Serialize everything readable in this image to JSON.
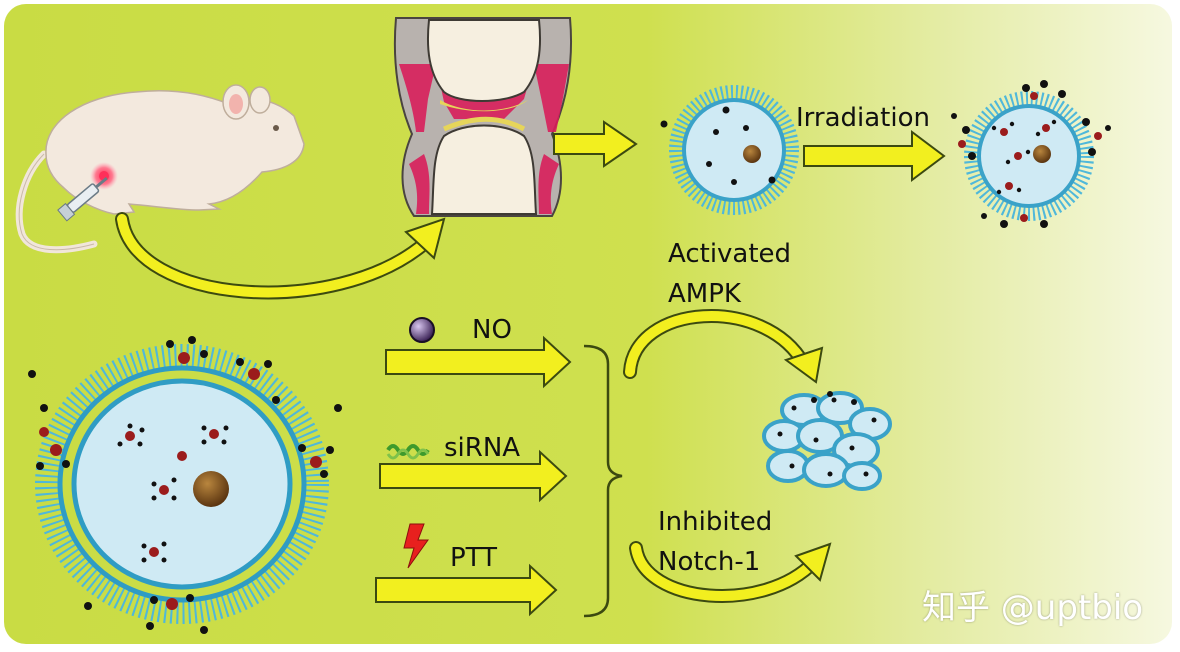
{
  "labels": {
    "irradiation": "Irradiation",
    "activated_line1": "Activated",
    "activated_line2": "AMPK",
    "no": "NO",
    "sirna": "siRNA",
    "ptt": "PTT",
    "inhibited_line1": "Inhibited",
    "inhibited_line2": "Notch-1"
  },
  "watermark": "知乎 @uptbio",
  "colors": {
    "background": "#cfe04f",
    "arrow_fill": "#f2ef1f",
    "arrow_stroke": "#3c4a10",
    "membrane": "#4fb8da",
    "vesicle_core": "#cfeaf4",
    "nucleus": "#7a4e1a",
    "cartilage_red": "#d81e5b",
    "no_particle": "#5b3a7a",
    "lightning": "#e8201e"
  },
  "icons": [
    "mouse-icon",
    "syringe-icon",
    "knee-joint-icon",
    "vesicle-icon",
    "no-particle-icon",
    "sirna-strand-icon",
    "lightning-icon",
    "cell-cluster-icon"
  ]
}
